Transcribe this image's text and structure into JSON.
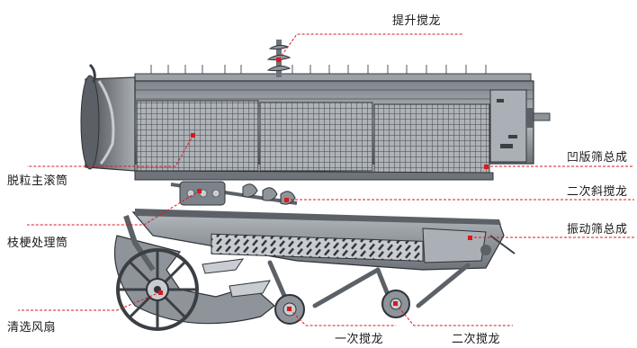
{
  "labels": {
    "lift_auger": "提升搅龙",
    "threshing_drum": "脱粒主滚筒",
    "concave_screen": "凹版筛总成",
    "secondary_inclined_auger": "二次斜搅龙",
    "stalk_drum": "枝梗处理筒",
    "vibrating_screen": "振动筛总成",
    "cleaning_fan": "清选风扇",
    "primary_auger": "一次搅龙",
    "secondary_auger": "二次搅龙"
  },
  "colors": {
    "leader_line": "#d71920",
    "marker": "#d71920",
    "machine_dark": "#3b3f44",
    "machine_mid": "#8e949a",
    "machine_light": "#c9cdd1",
    "text": "#1a1a1a"
  }
}
